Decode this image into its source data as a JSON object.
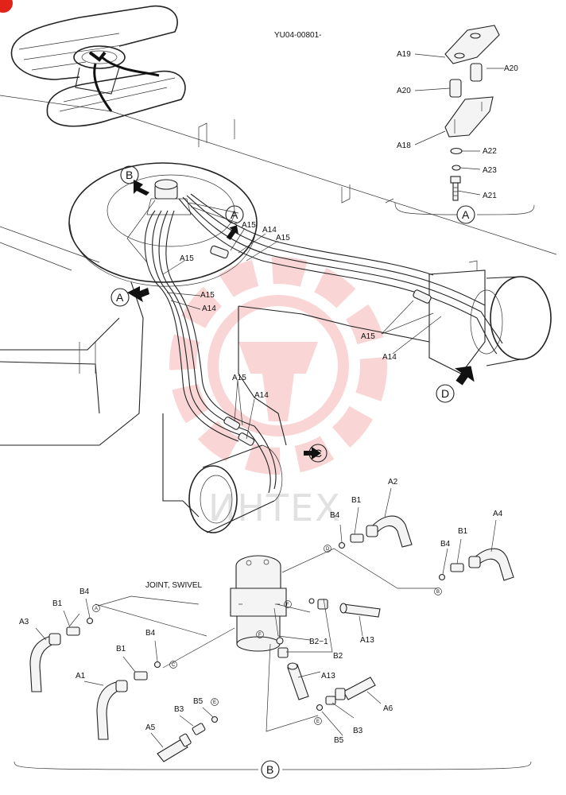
{
  "doc_code": "YU04-00801-",
  "caption_joint": "JOINT, SWIVEL",
  "watermark": "ИНТЕХ",
  "corner_badge_color": "#e2231a",
  "watermark_color": "#f08a8a",
  "view_letters": {
    "A": "A",
    "B": "B",
    "C": "C",
    "D": "D"
  },
  "small_letters": {
    "A": "A",
    "B": "B",
    "C": "C",
    "D": "D",
    "E": "E",
    "F": "F"
  },
  "callouts": {
    "A19": "A19",
    "A20": "A20",
    "A18": "A18",
    "A22": "A22",
    "A23": "A23",
    "A21": "A21",
    "A15": "A15",
    "A14": "A14",
    "A13": "A13",
    "A1": "A1",
    "A2": "A2",
    "A3": "A3",
    "A4": "A4",
    "A5": "A5",
    "A6": "A6",
    "B1": "B1",
    "B2": "B2",
    "B2_1": "B2−1",
    "B3": "B3",
    "B4": "B4",
    "B5": "B5"
  }
}
